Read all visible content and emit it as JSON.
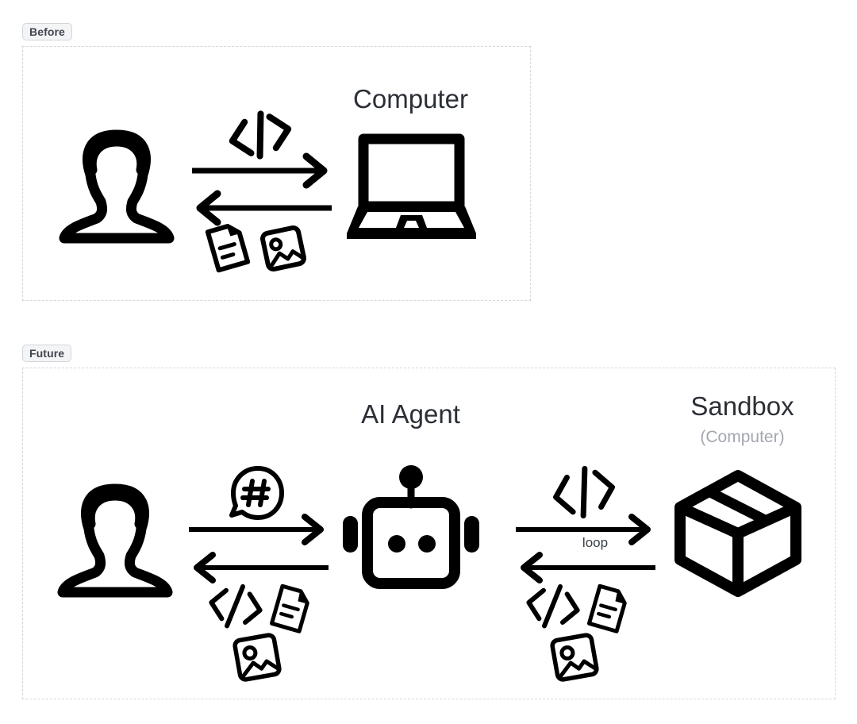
{
  "page": {
    "background_color": "#ffffff",
    "ink_color": "#000000",
    "title_color": "#2b2f36",
    "muted_color": "#a2a7b0",
    "panel_border_color": "#d5d7dc"
  },
  "sections": [
    {
      "id": "before",
      "chip_label": "Before",
      "nodes": [
        {
          "id": "user",
          "icon": "user-icon",
          "label": ""
        },
        {
          "id": "computer",
          "icon": "laptop-icon",
          "label": "Computer"
        }
      ],
      "flows": [
        {
          "direction": "right",
          "payload_icons": [
            "code-icon"
          ]
        },
        {
          "direction": "left",
          "payload_icons": [
            "document-icon",
            "image-icon"
          ]
        }
      ]
    },
    {
      "id": "future",
      "chip_label": "Future",
      "nodes": [
        {
          "id": "user",
          "icon": "user-icon",
          "label": ""
        },
        {
          "id": "agent",
          "icon": "robot-icon",
          "label": "AI Agent"
        },
        {
          "id": "sandbox",
          "icon": "box-icon",
          "label": "Sandbox",
          "sublabel": "(Computer)"
        }
      ],
      "flows": [
        {
          "direction": "right",
          "from": "user",
          "to": "agent",
          "payload_icons": [
            "speech-bubble-hash-icon"
          ],
          "edge_label": ""
        },
        {
          "direction": "left",
          "from": "agent",
          "to": "user",
          "payload_icons": [
            "code-icon",
            "document-icon",
            "image-icon"
          ],
          "edge_label": ""
        },
        {
          "direction": "right",
          "from": "agent",
          "to": "sandbox",
          "payload_icons": [
            "code-icon"
          ],
          "edge_label": "loop"
        },
        {
          "direction": "left",
          "from": "sandbox",
          "to": "agent",
          "payload_icons": [
            "code-icon",
            "document-icon",
            "image-icon"
          ],
          "edge_label": ""
        }
      ]
    }
  ],
  "labels": {
    "before_chip": "Before",
    "future_chip": "Future",
    "computer_title": "Computer",
    "agent_title": "AI Agent",
    "sandbox_title": "Sandbox",
    "sandbox_subtitle": "(Computer)",
    "loop": "loop"
  }
}
